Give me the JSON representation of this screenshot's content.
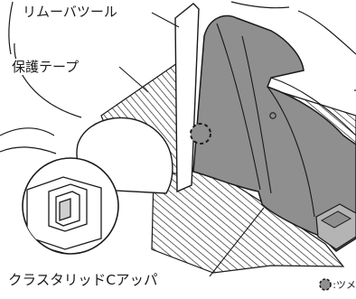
{
  "labels": {
    "remover_tool": "リムーバツール",
    "protective_tape": "保護テープ",
    "clasp_upper": "クラスタリッドCアッパ"
  },
  "legend": {
    "text": ":ツメ",
    "marker_icon": "dashed-circle-icon"
  },
  "colors": {
    "part_fill": "#8f8f8f",
    "part_light": "#b4b4b4",
    "outline": "#1a1a1a",
    "background": "#ffffff"
  }
}
